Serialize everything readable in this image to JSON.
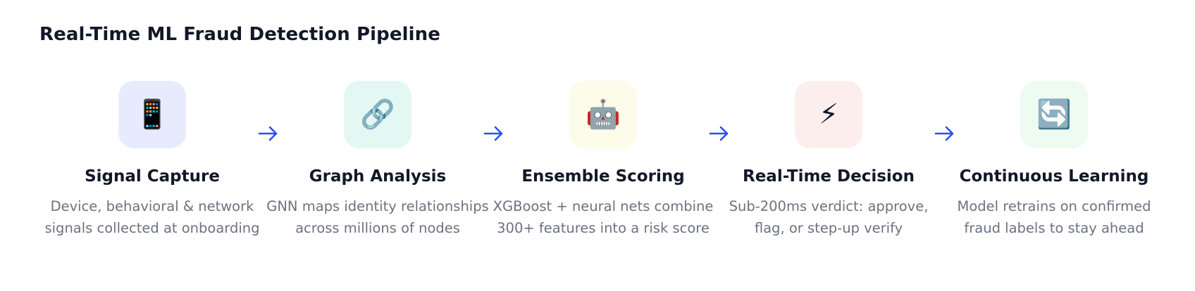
{
  "title": "Real-Time ML Fraud Detection Pipeline",
  "colors": {
    "arrow": "#2f4ef0",
    "tile_signal": "#e8ebfd",
    "tile_graph": "#e3f8f2",
    "tile_ensemble": "#fdfbea",
    "tile_decision": "#fdeeee",
    "tile_learning": "#eefbf1"
  },
  "stages": [
    {
      "icon": "📱",
      "icon_name": "mobile-phone-icon",
      "name": "Signal Capture",
      "description": "Device, behavioral & network signals collected at onboarding"
    },
    {
      "icon": "🔗",
      "icon_name": "link-icon",
      "name": "Graph Analysis",
      "description": "GNN maps identity relationships across millions of nodes"
    },
    {
      "icon": "🤖",
      "icon_name": "robot-icon",
      "name": "Ensemble Scoring",
      "description": "XGBoost + neural nets combine 300+ features into a risk score"
    },
    {
      "icon": "⚡",
      "icon_name": "lightning-icon",
      "name": "Real-Time Decision",
      "description": "Sub-200ms verdict: approve, flag, or step-up verify"
    },
    {
      "icon": "🔄",
      "icon_name": "refresh-cycle-icon",
      "name": "Continuous Learning",
      "description": "Model retrains on confirmed fraud labels to stay ahead"
    }
  ]
}
